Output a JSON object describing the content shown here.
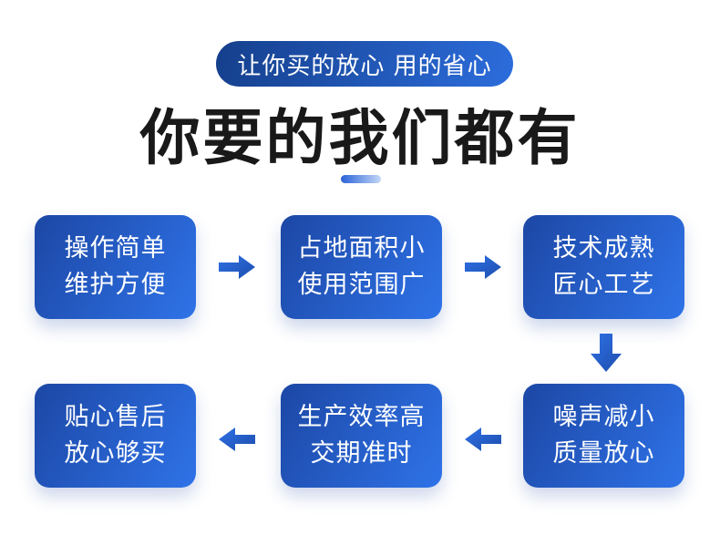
{
  "page": {
    "background": "#ffffff"
  },
  "badge": {
    "label": "让你买的放心 用的省心",
    "text_color": "#ffffff",
    "gradient_from": "#153f8c",
    "gradient_to": "#2c6ddc"
  },
  "heading": {
    "title": "你要的我们都有",
    "color": "#191919"
  },
  "divider": {
    "gradient_from": "#2a62d8",
    "gradient_to": "#c4d7f7"
  },
  "flow": {
    "box_gradient_from": "#1c47a5",
    "box_gradient_to": "#2f73e8",
    "box_text_color": "#ffffff",
    "arrow_gradient_from": "#2f72e6",
    "arrow_gradient_to": "#1d4dad",
    "rows": [
      {
        "direction": "right",
        "boxes": [
          {
            "line1": "操作简单",
            "line2": "维护方便"
          },
          {
            "line1": "占地面积小",
            "line2": "使用范围广"
          },
          {
            "line1": "技术成熟",
            "line2": "匠心工艺"
          }
        ]
      },
      {
        "direction": "left",
        "boxes": [
          {
            "line1": "贴心售后",
            "line2": "放心够买"
          },
          {
            "line1": "生产效率高",
            "line2": "交期准时"
          },
          {
            "line1": "噪声减小",
            "line2": "质量放心"
          }
        ]
      }
    ]
  }
}
